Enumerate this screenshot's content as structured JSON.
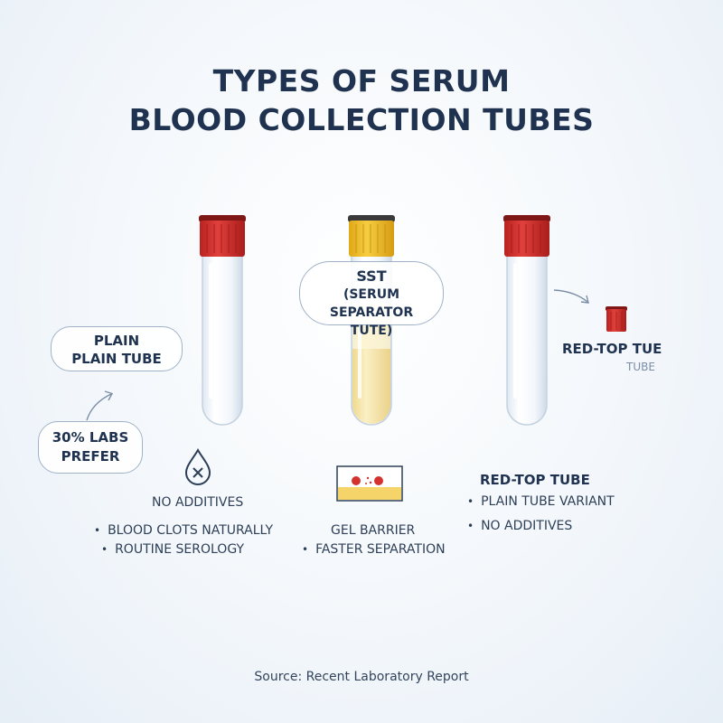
{
  "title": {
    "line1": "TYPES OF SERUM",
    "line2": "BLOOD COLLECTION TUBES"
  },
  "colors": {
    "red_cap": "#d4322f",
    "yellow_cap": "#f0be2e",
    "gel": "#f7e6a6",
    "heading": "#1f3350"
  },
  "callouts": {
    "plain": {
      "line1": "PLAIN",
      "line2": "PLAIN TUBE"
    },
    "labs_prefer": {
      "line1": "30% LABS",
      "line2": "PREFER"
    },
    "sst": {
      "line1": "SST",
      "line2": "(SERUM SEPARATOR",
      "line3": "TUTE)"
    },
    "red_top": {
      "title": "RED-TOP TUE",
      "sub": "TUBE"
    }
  },
  "columns": {
    "plain": {
      "icon": "no-additive-drop-icon",
      "heading": "NO ADDITIVES",
      "bullets": [
        "BLOOD CLOTS NATURALLY",
        "ROUTINE SEROLOGY"
      ]
    },
    "sst": {
      "icon": "gel-barrier-icon",
      "heading": "GEL BARRIER",
      "bullets": [
        "FASTER SEPARATION"
      ]
    },
    "red_top": {
      "heading": "RED-TOP TUBE",
      "bullets": [
        "PLAIN TUBE VARIANT",
        "NO ADDITIVES"
      ]
    }
  },
  "source": "Source: Recent Laboratory Report"
}
